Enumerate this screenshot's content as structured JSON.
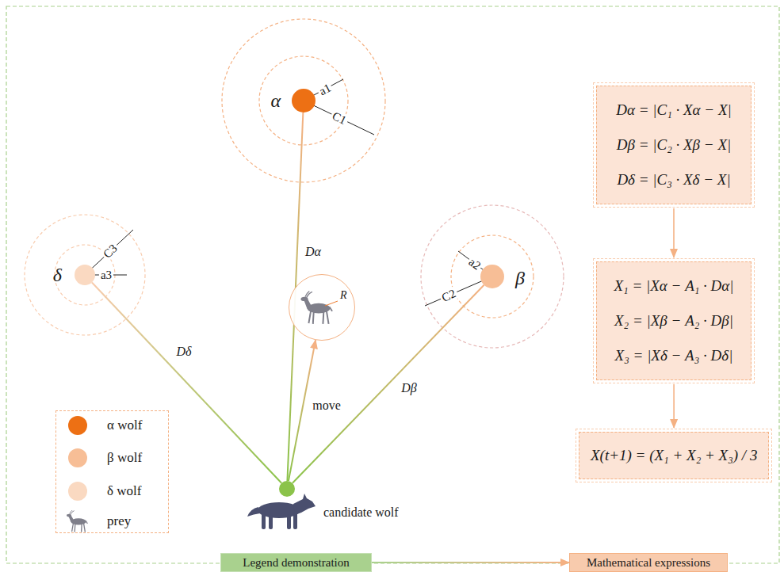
{
  "diagram": {
    "nodes": [
      {
        "text": [
          "α"
        ]
      },
      {
        "text": [
          "δ"
        ]
      },
      {
        "text": [
          "R"
        ]
      },
      {
        "text": [
          "β"
        ]
      },
      {
        "text": [
          "candidate wolf"
        ]
      },
      {
        "text": [
          "Dα = |C₁ · Xα − X|",
          "Dβ = |C₂ · Xβ − X|",
          "Dδ = |C₃ · Xδ − X|"
        ]
      },
      {
        "text": [
          "X₁ = |Xα − A₁ · Dα|",
          "X₂ = |Xβ − A₂ · Dβ|",
          "X₃ = |Xδ − A₃ · Dδ|"
        ]
      },
      {
        "text": [
          "X(t+1) = (X₁ + X₂ + X₃) / 3"
        ]
      },
      {
        "text": [
          "Legend demonstration"
        ]
      },
      {
        "text": [
          "Mathematical expressions"
        ]
      }
    ],
    "edges": [
      {
        "from": 4,
        "to": 0,
        "arrow": "none",
        "label": "Dα"
      },
      {
        "from": 4,
        "to": 1,
        "arrow": "none",
        "label": "Dδ"
      },
      {
        "from": 4,
        "to": 3,
        "arrow": "none",
        "label": "Dβ"
      },
      {
        "from": 4,
        "to": 2,
        "arrow": "to",
        "label": "move"
      },
      {
        "from": 5,
        "to": 6,
        "arrow": "to"
      },
      {
        "from": 6,
        "to": 7,
        "arrow": "to"
      },
      {
        "from": 8,
        "to": 9,
        "arrow": "to"
      }
    ],
    "labels": [
      "a1",
      "C1",
      "C3",
      "a3",
      "a2",
      "C2"
    ],
    "legend": [
      {
        "text": "α wolf",
        "color": "#ED7014"
      },
      {
        "text": "β wolf",
        "color": "#F7BE96"
      },
      {
        "text": "δ wolf",
        "color": "#FAD9C1"
      },
      {
        "text": "prey"
      }
    ]
  }
}
